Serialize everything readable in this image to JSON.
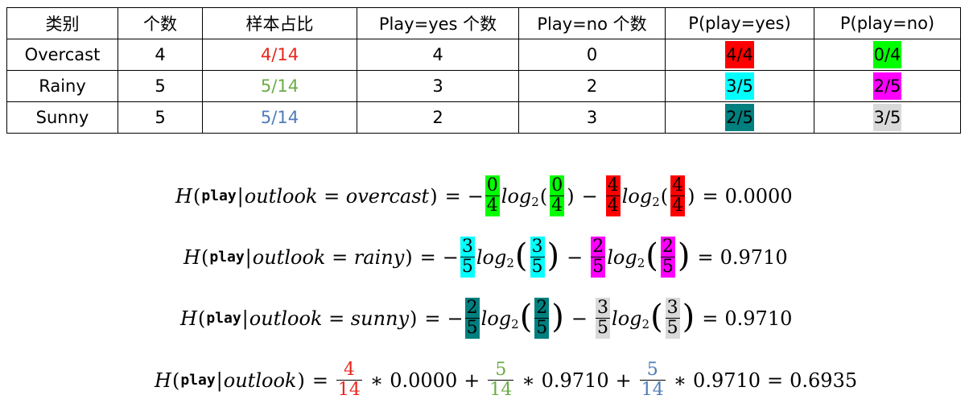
{
  "colors": {
    "red": "#ff0000",
    "green": "#00ff00",
    "cyan": "#00ffff",
    "magenta": "#ff00ff",
    "teal": "#007f7f",
    "gray": "#d9d9d9",
    "ratio_red": "#e8251c",
    "ratio_green": "#6aac45",
    "ratio_blue": "#4f7cb9"
  },
  "table": {
    "headers": [
      "类别",
      "个数",
      "样本占比",
      "Play=yes 个数",
      "Play=no 个数",
      "P(play=yes)",
      "P(play=no)"
    ],
    "rows": [
      {
        "category": "Overcast",
        "count": "4",
        "ratio": "4/14",
        "yes": "4",
        "no": "0",
        "p_yes": "4/4",
        "p_no": "0/4"
      },
      {
        "category": "Rainy",
        "count": "5",
        "ratio": "5/14",
        "yes": "3",
        "no": "2",
        "p_yes": "3/5",
        "p_no": "2/5"
      },
      {
        "category": "Sunny",
        "count": "5",
        "ratio": "5/14",
        "yes": "2",
        "no": "3",
        "p_yes": "2/5",
        "p_no": "3/5"
      }
    ]
  },
  "formulas": {
    "f1": {
      "lhs_cond": "outlook = overcast",
      "a_num": "0",
      "a_den": "4",
      "b_num": "4",
      "b_den": "4",
      "result": "0.0000"
    },
    "f2": {
      "lhs_cond": "outlook = rainy",
      "a_num": "3",
      "a_den": "5",
      "b_num": "2",
      "b_den": "5",
      "result": "0.9710"
    },
    "f3": {
      "lhs_cond": "outlook = sunny",
      "a_num": "2",
      "a_den": "5",
      "b_num": "3",
      "b_den": "5",
      "result": "0.9710"
    },
    "f4": {
      "lhs_cond": "outlook",
      "t1_num": "4",
      "t1_den": "14",
      "t1_val": "0.0000",
      "t2_num": "5",
      "t2_den": "14",
      "t2_val": "0.9710",
      "t3_num": "5",
      "t3_den": "14",
      "t3_val": "0.9710",
      "result": "0.6935"
    },
    "H": "H",
    "play": "play",
    "log": "log",
    "log_sub": "2"
  }
}
